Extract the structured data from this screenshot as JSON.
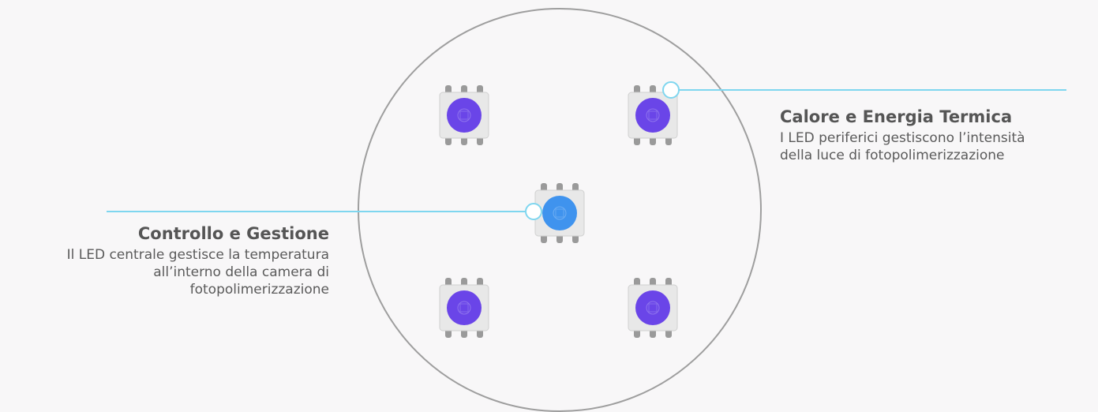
{
  "colors": {
    "background": "#f8f7f8",
    "ring": "#9e9e9e",
    "callout_line": "#7fd6ef",
    "led_peripheral": "#6a45e8",
    "led_central": "#3f93ee",
    "led_body": "#e8e8e8",
    "led_pin": "#9a9a9a"
  },
  "leds": [
    {
      "role": "peripheral",
      "color": "led_peripheral"
    },
    {
      "role": "peripheral",
      "color": "led_peripheral"
    },
    {
      "role": "central",
      "color": "led_central"
    },
    {
      "role": "peripheral",
      "color": "led_peripheral"
    },
    {
      "role": "peripheral",
      "color": "led_peripheral"
    }
  ],
  "callouts": {
    "left": {
      "title": "Controllo e Gestione",
      "lines": [
        "Il LED centrale gestisce la temperatura",
        "all’interno della camera di",
        "fotopolimerizzazione"
      ]
    },
    "right": {
      "title": "Calore e Energia Termica",
      "lines": [
        "I LED periferici gestiscono l’intensità",
        "della luce di fotopolimerizzazione"
      ]
    }
  }
}
